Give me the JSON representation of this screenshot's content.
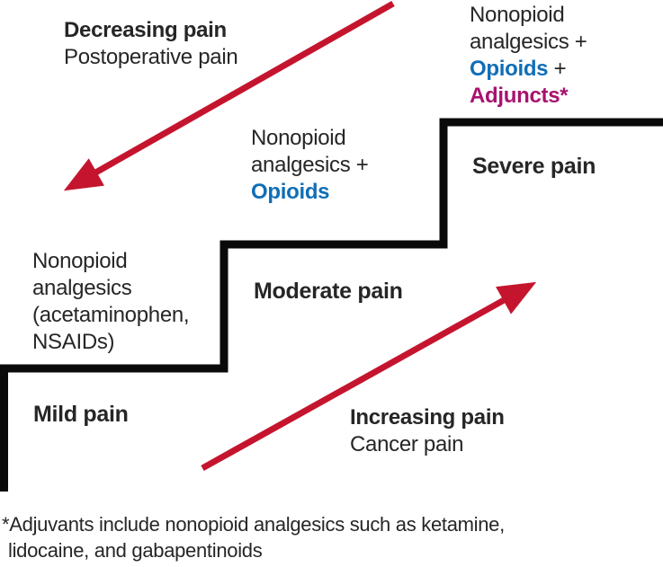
{
  "colors": {
    "text": "#262626",
    "stair_line": "#0a0a0a",
    "opioids_blue": "#0f6eb6",
    "adjuncts_magenta": "#a8126f",
    "arrow_red": "#c5152e",
    "background": "#ffffff"
  },
  "arrow_decreasing": {
    "title": "Decreasing pain",
    "subtitle": "Postoperative pain"
  },
  "arrow_increasing": {
    "title": "Increasing pain",
    "subtitle": "Cancer pain"
  },
  "step_mild": {
    "pain_label": "Mild pain",
    "treatment": {
      "line1": "Nonopioid",
      "line2": "analgesics",
      "line3": "(acetaminophen,",
      "line4": "NSAIDs)"
    }
  },
  "step_moderate": {
    "pain_label": "Moderate pain",
    "treatment": {
      "line1": "Nonopioid",
      "line2": "analgesics +",
      "opioids": "Opioids"
    }
  },
  "step_severe": {
    "pain_label": "Severe pain",
    "treatment": {
      "line1": "Nonopioid",
      "line2": "analgesics +",
      "opioids": "Opioids",
      "plus": " +",
      "adjuncts": "Adjuncts*"
    }
  },
  "footnote": {
    "line1": "*Adjuvants include nonopioid analgesics such as ketamine,",
    "line2": "lidocaine, and gabapentinoids"
  }
}
